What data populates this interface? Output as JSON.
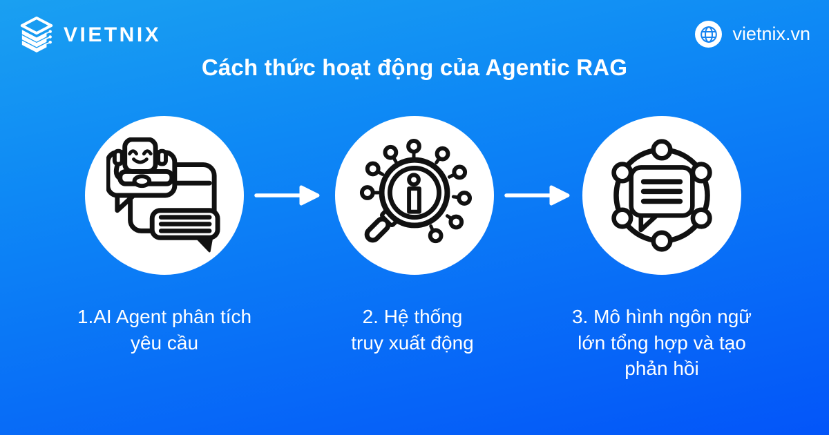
{
  "header": {
    "logo_text": "VIETNIX",
    "logo_icon": "vietnix-stacked-layers-icon",
    "website": "vietnix.vn",
    "website_icon": "globe-icon"
  },
  "title": "Cách thức hoạt động của Agentic RAG",
  "steps": [
    {
      "icon": "chatbot-conversation-icon",
      "label": "1.AI Agent phân tích yêu cầu",
      "label_lines": [
        "1.AI Agent phân tích",
        "yêu cầu"
      ]
    },
    {
      "icon": "magnifier-info-retrieval-icon",
      "label": "2. Hệ thống truy xuất động",
      "label_lines": [
        "2. Hệ thống",
        "truy xuất động"
      ]
    },
    {
      "icon": "network-chat-bubble-icon",
      "label": "3. Mô hình ngôn ngữ lớn tổng hợp và tạo phản hồi",
      "label_lines": [
        "3. Mô hình ngôn ngữ",
        "lớn tổng hợp và tạo",
        "phản hồi"
      ]
    }
  ],
  "connectors": [
    "arrow-right",
    "arrow-right"
  ],
  "colors": {
    "background_top": "#1aa0f1",
    "background_bottom": "#0355f9",
    "step_circle_fill": "#ffffff",
    "icon_stroke": "#111111",
    "text": "#ffffff",
    "globe_blue": "#1583f0"
  }
}
